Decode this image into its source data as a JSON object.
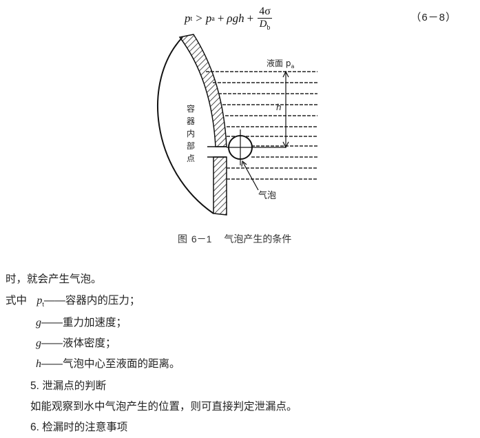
{
  "formula": {
    "lhs": "p",
    "lhs_sub": "t",
    "gt": ">",
    "term1": "p",
    "term1_sub": "a",
    "plus1": "+",
    "term2": "ρgh",
    "plus2": "+",
    "frac_num": "4σ",
    "frac_den": "D",
    "frac_den_sub": "b",
    "number": "（6－8）"
  },
  "figure": {
    "interior_label": [
      "容",
      "器",
      "内",
      "部",
      "点"
    ],
    "surface_label": "液面 p",
    "surface_label_sub": "a",
    "depth_label": "h",
    "bubble_label": "气泡",
    "caption_fig": "图",
    "caption_num": "6－1",
    "caption_title": "气泡产生的条件"
  },
  "body": {
    "line1": "时，就会产生气泡。",
    "where_prefix": "式中",
    "var1_sym": "p",
    "var1_sub": "t",
    "var1_desc": "——容器内的压力；",
    "var2_sym": "g",
    "var2_desc": "——重力加速度；",
    "var3_sym": "g",
    "var3_desc": "——液体密度；",
    "var4_sym": "h",
    "var4_desc": "——气泡中心至液面的距离。",
    "section5": "5. 泄漏点的判断",
    "para5": "如能观察到水中气泡产生的位置，则可直接判定泄漏点。",
    "section6": "6. 检漏时的注意事项"
  }
}
